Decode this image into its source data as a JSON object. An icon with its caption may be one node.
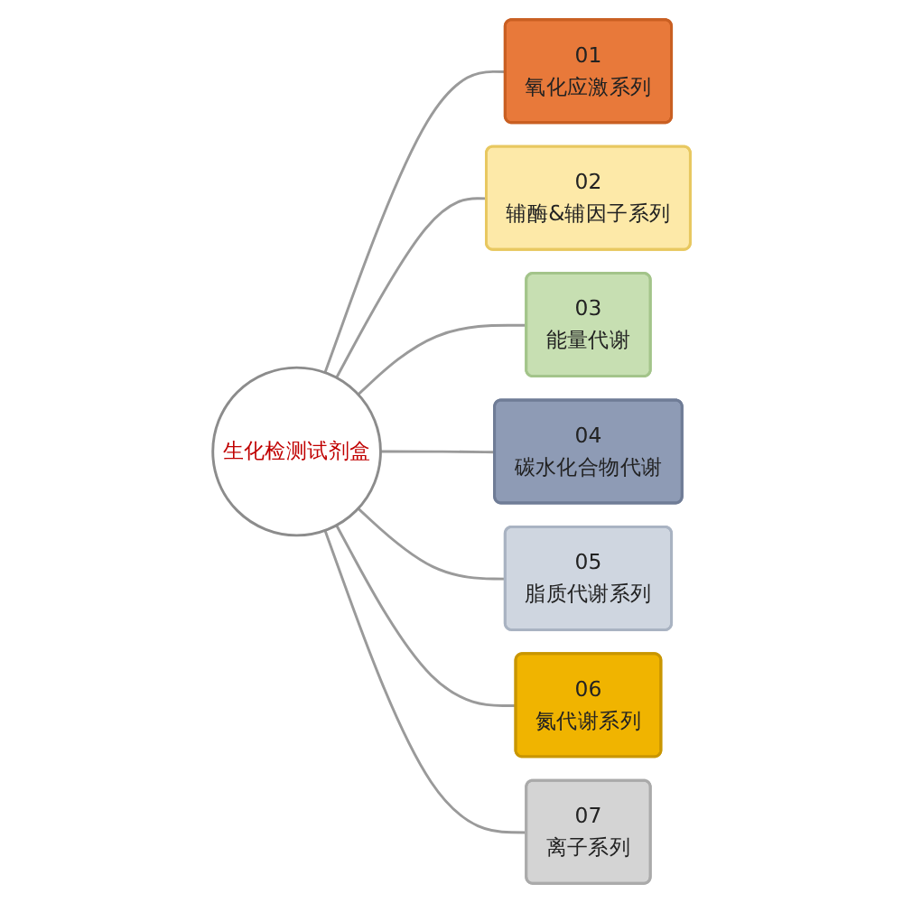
{
  "diagram": {
    "nodes": [
      {
        "text": [
          "生化检测试剂盒"
        ]
      },
      {
        "text": [
          "01",
          "氧化应激系列"
        ]
      },
      {
        "text": [
          "02",
          "辅酶&辅因子系列"
        ]
      },
      {
        "text": [
          "03",
          "能量代谢"
        ]
      },
      {
        "text": [
          "04",
          "碳水化合物代谢"
        ]
      },
      {
        "text": [
          "05",
          "脂质代谢系列"
        ]
      },
      {
        "text": [
          "06",
          "氮代谢系列"
        ]
      },
      {
        "text": [
          "07",
          "离子系列"
        ]
      }
    ],
    "edges": [
      {
        "from": 0,
        "to": 1,
        "arrow": "none"
      },
      {
        "from": 0,
        "to": 2,
        "arrow": "none"
      },
      {
        "from": 0,
        "to": 3,
        "arrow": "none"
      },
      {
        "from": 0,
        "to": 4,
        "arrow": "none"
      },
      {
        "from": 0,
        "to": 5,
        "arrow": "none"
      },
      {
        "from": 0,
        "to": 6,
        "arrow": "none"
      },
      {
        "from": 0,
        "to": 7,
        "arrow": "none"
      }
    ]
  }
}
